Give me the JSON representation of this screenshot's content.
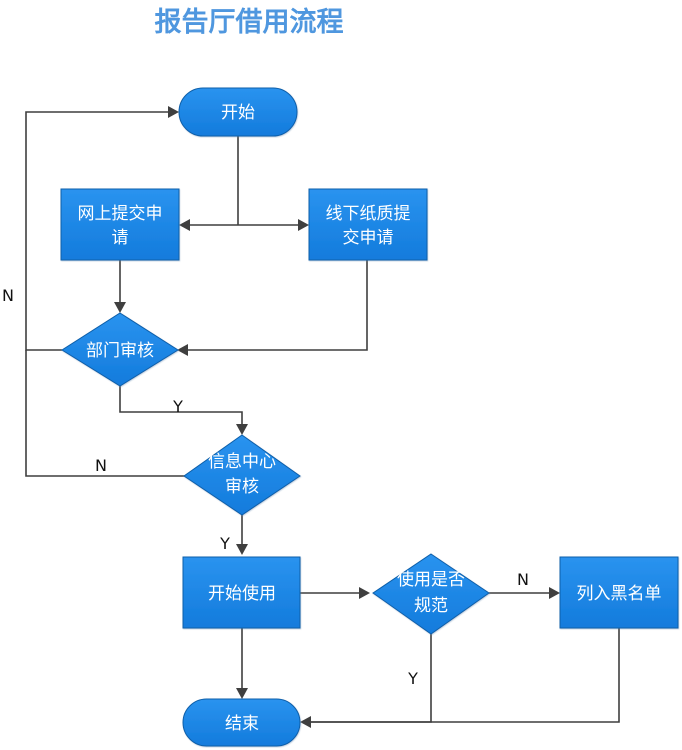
{
  "title": "报告厅借用流程",
  "colors": {
    "title": "#4f97df",
    "node_fill": "#1784e6",
    "node_stroke": "#0e5fa9",
    "line": "#3f3f3f",
    "text": "#ffffff",
    "label": "#111111"
  },
  "nodes": {
    "start": {
      "line1": "开始"
    },
    "online": {
      "line1": "网上提交申",
      "line2": "请"
    },
    "offline": {
      "line1": "线下纸质提",
      "line2": "交申请"
    },
    "dept_review": {
      "line1": "部门审核"
    },
    "info_review": {
      "line1": "信息中心",
      "line2": "审核"
    },
    "use": {
      "line1": "开始使用"
    },
    "compliance": {
      "line1": "使用是否",
      "line2": "规范"
    },
    "blacklist": {
      "line1": "列入黑名单"
    },
    "end": {
      "line1": "结束"
    }
  },
  "edge_labels": {
    "outer_n": "N",
    "dept_y": "Y",
    "info_n": "N",
    "info_y": "Y",
    "compliance_n": "N",
    "compliance_y": "Y"
  }
}
